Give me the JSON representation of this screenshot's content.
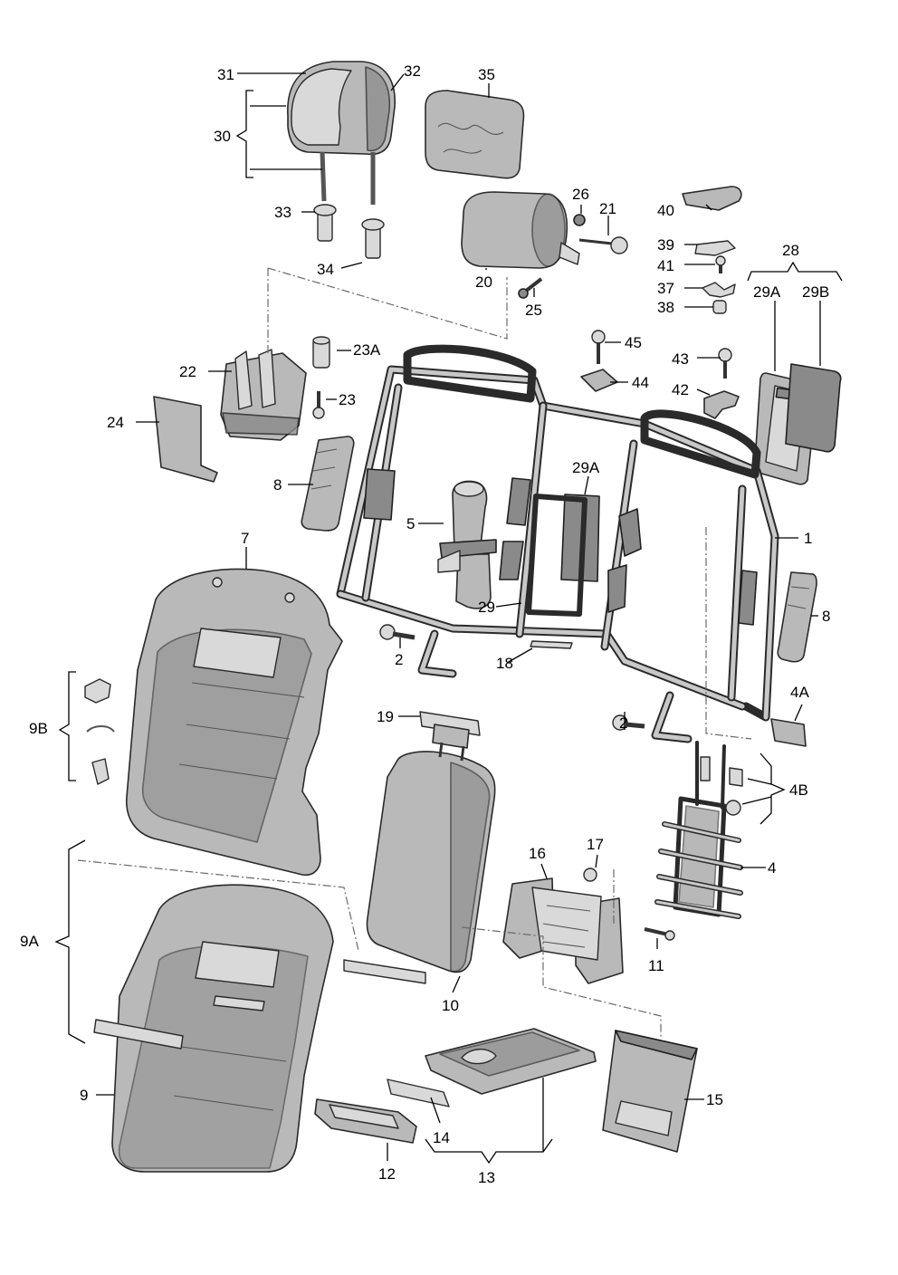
{
  "labels": {
    "l1": "1",
    "l2a": "2",
    "l2b": "2",
    "l4": "4",
    "l4A": "4A",
    "l4B": "4B",
    "l5": "5",
    "l7": "7",
    "l8a": "8",
    "l8b": "8",
    "l9": "9",
    "l9A": "9A",
    "l9B": "9B",
    "l10": "10",
    "l11": "11",
    "l12": "12",
    "l13": "13",
    "l14": "14",
    "l15": "15",
    "l16": "16",
    "l17": "17",
    "l18": "18",
    "l19": "19",
    "l20": "20",
    "l21": "21",
    "l22": "22",
    "l23": "23",
    "l23A": "23A",
    "l24": "24",
    "l25": "25",
    "l26": "26",
    "l28": "28",
    "l29a": "29",
    "l29Aa": "29A",
    "l29Ab": "29A",
    "l29B": "29B",
    "l30": "30",
    "l31": "31",
    "l32": "32",
    "l33": "33",
    "l34": "34",
    "l35": "35",
    "l37": "37",
    "l38": "38",
    "l39": "39",
    "l40": "40",
    "l41": "41",
    "l42": "42",
    "l43": "43",
    "l44": "44",
    "l45": "45"
  },
  "colors": {
    "part_fill": "#b9b9b9",
    "part_dark": "#8a8a8a",
    "part_light": "#d9d9d9",
    "outline": "#2a2a2a",
    "leader": "#000000"
  }
}
